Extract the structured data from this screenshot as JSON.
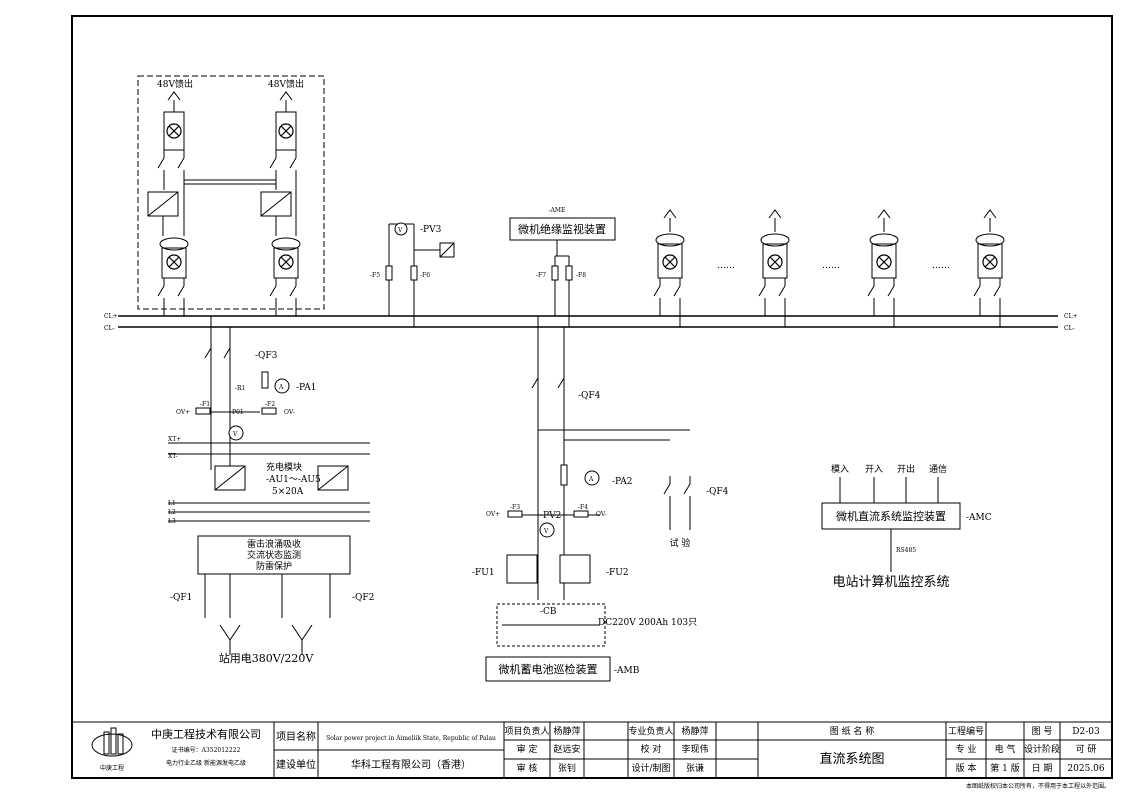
{
  "feeders": {
    "left": "48V馈出",
    "right": "48V馈出"
  },
  "labels": {
    "ame": "-AME",
    "insulation_monitor": "微机绝缘监视装置",
    "pv3": "-PV3",
    "f5": "-F5",
    "f6": "-F6",
    "f7": "-F7",
    "f8": "-F8",
    "cl_plus": "CL+",
    "cl_minus": "CL-",
    "qf3": "-QF3",
    "pa1": "-PA1",
    "r1": "-R1",
    "p01": "-P01",
    "f1": "-F1",
    "f2": "-F2",
    "ov_plus": "OV+",
    "ov_minus": "OV-",
    "xt_plus": "XT+",
    "xt_minus": "XT-",
    "charger_title": "充电模块",
    "charger_id": "-AU1～-AU5",
    "charger_rating": "5×20A",
    "l1": "L1",
    "l2": "L2",
    "l3": "L3",
    "surge_1": "雷击浪涌吸收",
    "surge_2": "交流状态监测",
    "surge_3": "防雷保护",
    "qf1": "-QF1",
    "qf2": "-QF2",
    "station_power": "站用电380V/220V",
    "qf4_a": "-QF4",
    "qf4_b": "-QF4",
    "pa2": "-PA2",
    "pv2": "-PV2",
    "f3": "-F3",
    "f4": "-F4",
    "fu1": "-FU1",
    "fu2": "-FU2",
    "cb": "-CB",
    "battery_rating": "DC220V 200Ah 103只",
    "battery_monitor": "微机蓄电池巡检装置",
    "amb": "-AMB",
    "test": "试 验",
    "in_analog": "模入",
    "in_switch": "开入",
    "out_switch": "开出",
    "comm": "通信",
    "dc_monitor": "微机直流系统监控装置",
    "amc": "-AMC",
    "rs485": "RS485",
    "station_computer": "电站计算机监控系统",
    "dots": "……"
  },
  "title_block": {
    "company": "中庚工程技术有限公司",
    "cert": "证书编号：A352012222",
    "qual": "电力行业乙级  新能源发电乙级",
    "logo_text": "中庚工程",
    "project_name_label": "项目名称",
    "project_name": "Solar power project in Aimeliik State, Republic of Palau",
    "builder_label": "建设单位",
    "builder": "华科工程有限公司（香港）",
    "proj_lead_label": "项目负责人",
    "proj_lead": "杨静萍",
    "review_label": "审  定",
    "review": "赵远安",
    "audit_label": "审  核",
    "audit": "张钊",
    "spec_lead_label": "专业负责人",
    "spec_lead": "杨静萍",
    "check_label": "校  对",
    "check": "李现伟",
    "design_label": "设计/制图",
    "design": "张谦",
    "drawing_name_label": "图 纸 名 称",
    "drawing_name": "直流系统图",
    "proj_no_label": "工程编号",
    "proj_no": "",
    "fig_no_label": "图  号",
    "fig_no": "D2-03",
    "spec_label": "专  业",
    "spec": "电 气",
    "stage_label": "设计阶段",
    "stage": "可 研",
    "version_label": "版  本",
    "version": "第 1 版",
    "date_label": "日  期",
    "date": "2025.06",
    "copyright": "本图纸版权归本公司所有，不得用于本工程以外范围。"
  }
}
